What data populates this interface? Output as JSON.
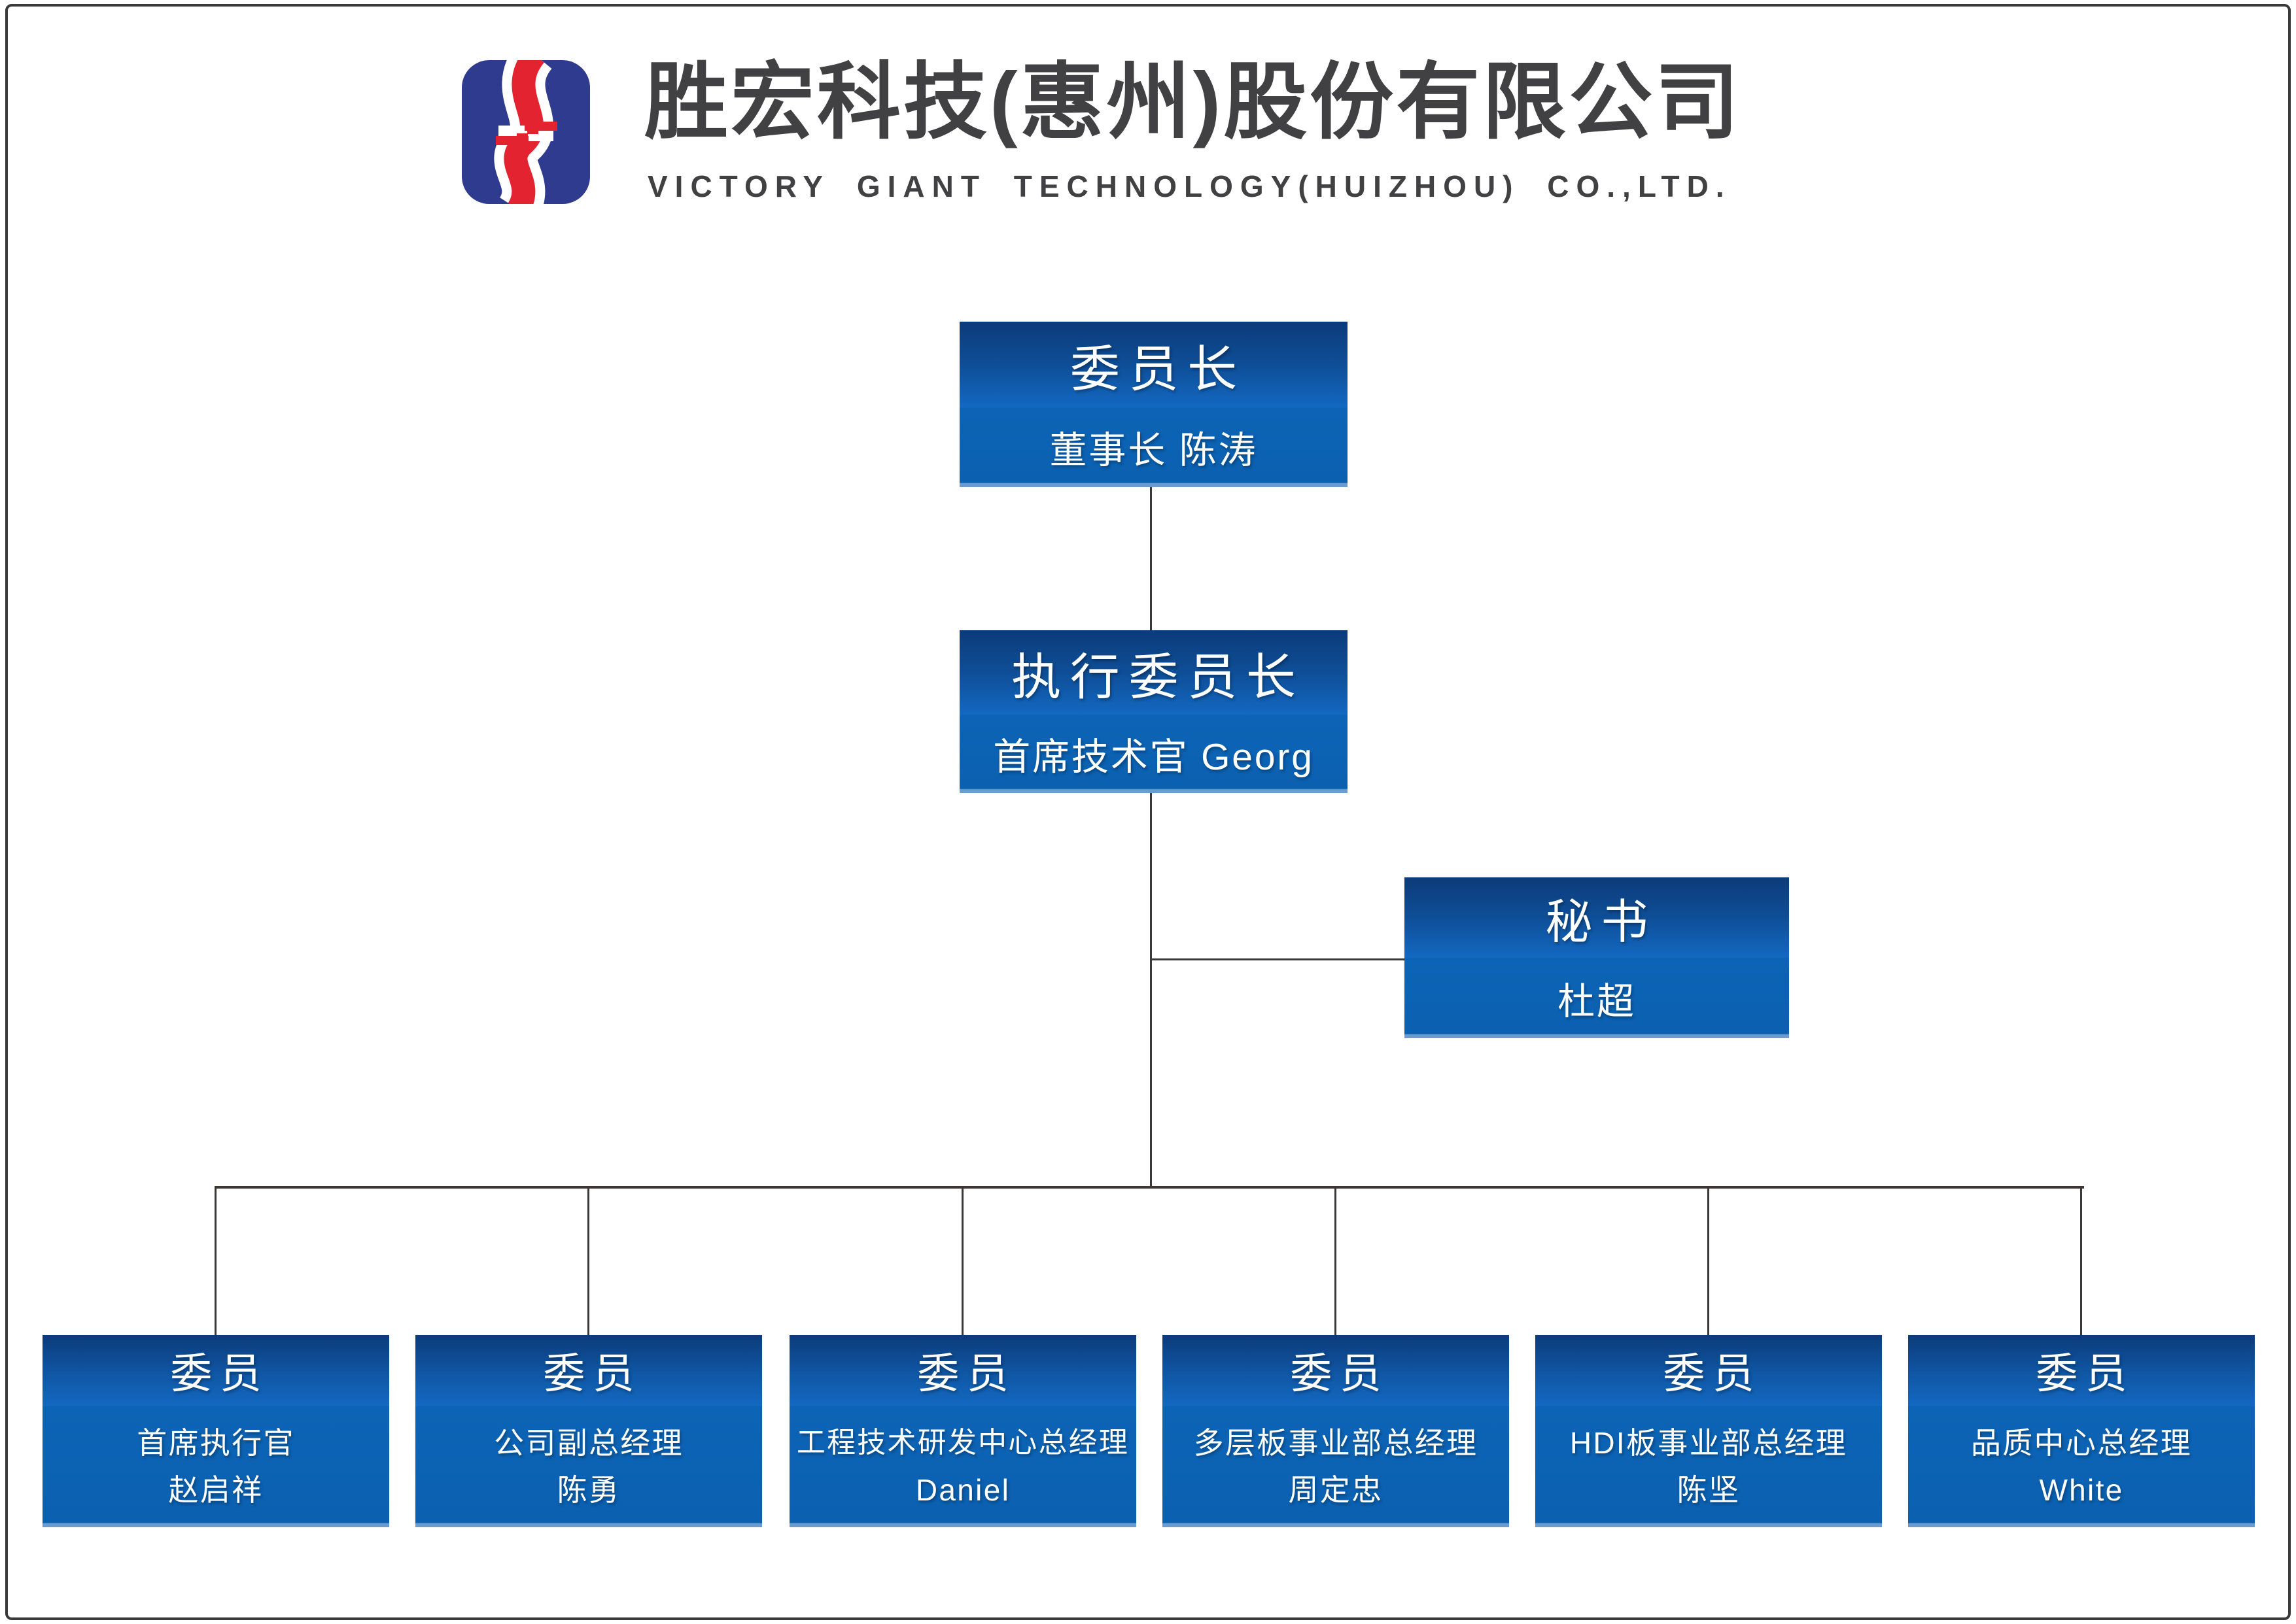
{
  "header": {
    "company_name_cn": "胜宏科技(惠州)股份有限公司",
    "company_name_en": "VICTORY GIANT TECHNOLOGY(HUIZHOU) CO.,LTD."
  },
  "org_chart": {
    "chairman": {
      "title": "委员长",
      "subtitle": "董事长 陈涛"
    },
    "executive_chairman": {
      "title": "执行委员长",
      "subtitle": "首席技术官 Georg"
    },
    "secretary": {
      "title": "秘书",
      "subtitle": "杜超"
    },
    "members": [
      {
        "title": "委员",
        "role": "首席执行官",
        "name": "赵启祥"
      },
      {
        "title": "委员",
        "role": "公司副总经理",
        "name": "陈勇"
      },
      {
        "title": "委员",
        "role": "工程技术研发中心总经理",
        "name": "Daniel"
      },
      {
        "title": "委员",
        "role": "多层板事业部总经理",
        "name": "周定忠"
      },
      {
        "title": "委员",
        "role": "HDI板事业部总经理",
        "name": "陈坚"
      },
      {
        "title": "委员",
        "role": "品质中心总经理",
        "name": "White"
      }
    ]
  },
  "colors": {
    "box_gradient_top": "#0c3b7a",
    "box_gradient_bright": "#1368c1",
    "box_lower_half": "#0c62b3",
    "box_bottom_strip": "#6d9bce",
    "connector_line": "#3b3735",
    "header_text": "#414042",
    "logo_blue": "#2e3b8e",
    "logo_red": "#e32330",
    "logo_white": "#ffffff"
  }
}
